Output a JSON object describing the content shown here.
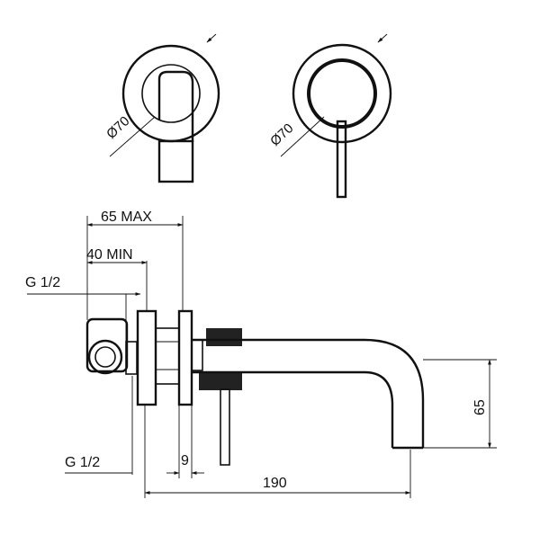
{
  "front_view_spout": {
    "diameter_label": "Ø70"
  },
  "front_view_handle": {
    "diameter_label": "Ø70"
  },
  "side_view": {
    "dims": {
      "max_depth": "65 MAX",
      "min_depth": "40 MIN",
      "thread_top": "G 1/2",
      "thread_bottom": "G 1/2",
      "plate": "9",
      "spout_length": "190",
      "spout_height": "65"
    }
  }
}
